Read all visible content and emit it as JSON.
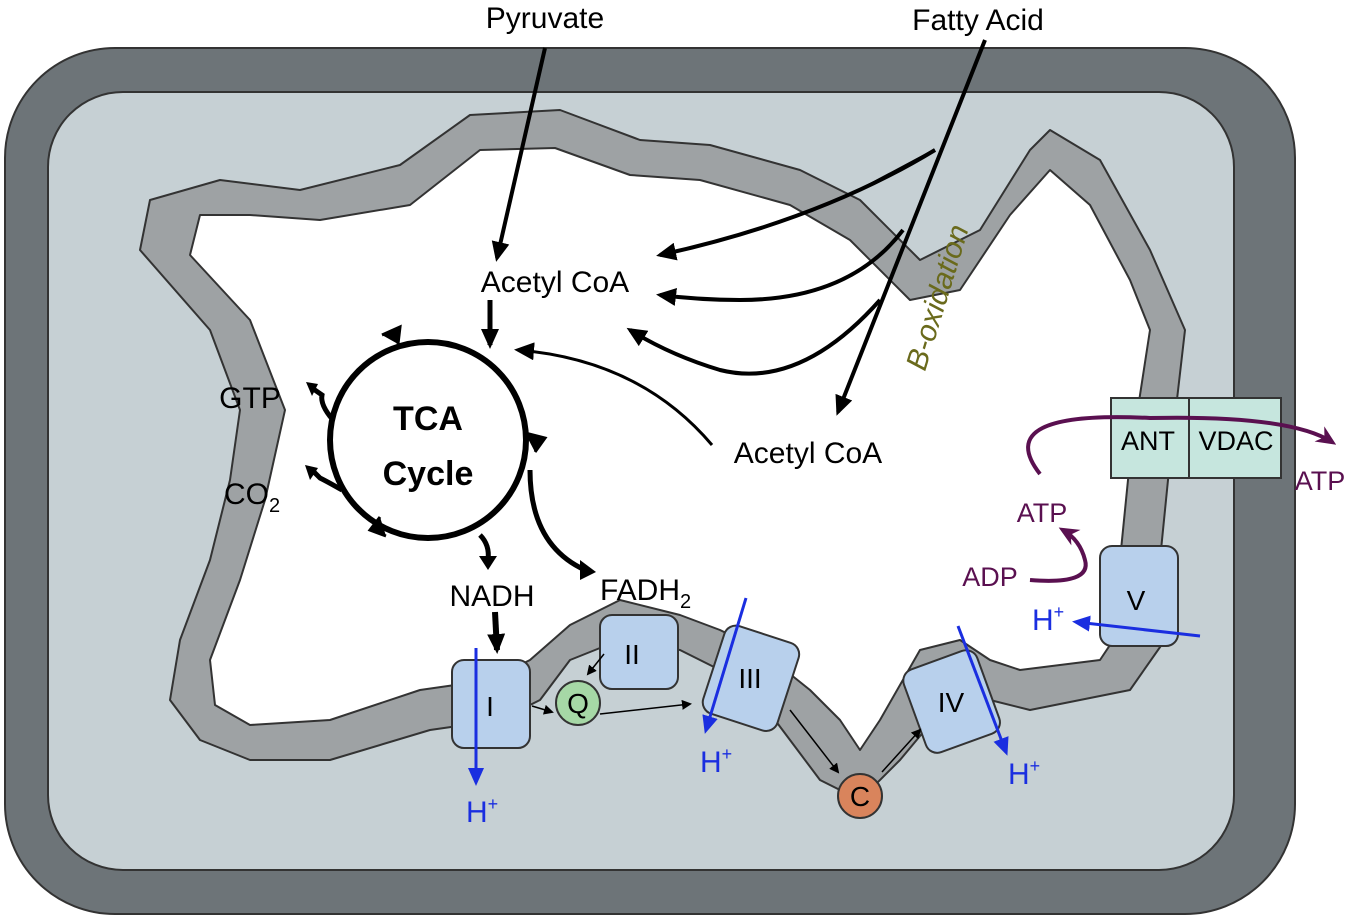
{
  "labels": {
    "pyruvate": "Pyruvate",
    "fatty_acid": "Fatty Acid",
    "acetyl_coa_top": "Acetyl CoA",
    "acetyl_coa_right": "Acetyl CoA",
    "b_oxidation": "B-oxidation",
    "tca_line1": "TCA",
    "tca_line2": "Cycle",
    "gtp": "GTP",
    "co2_main": "CO",
    "co2_sub": "2",
    "nadh": "NADH",
    "fadh2_main": "FADH",
    "fadh2_sub": "2",
    "ant": "ANT",
    "vdac": "VDAC",
    "atp_out": "ATP",
    "atp_in": "ATP",
    "adp": "ADP",
    "h_plus_1": "H",
    "h_plus_3": "H",
    "h_plus_4": "H",
    "h_plus_5": "H",
    "plus": "+"
  },
  "complexes": {
    "c1": "I",
    "c2": "II",
    "c3": "III",
    "c4": "IV",
    "c5": "V",
    "q": "Q",
    "c": "C"
  },
  "colors": {
    "outer_membrane": "#6d7478",
    "intermembrane": "#c6d0d4",
    "inner_membrane": "#9ea2a4",
    "complex_fill": "#b8d0ec",
    "q_fill": "#a6d8a6",
    "c_fill": "#d9845c",
    "transporter_fill": "#c6e6de",
    "proton_arrow": "#1a2ee0",
    "atp_arrow": "#5a1050",
    "b_oxidation_text": "#6a6a1c"
  }
}
